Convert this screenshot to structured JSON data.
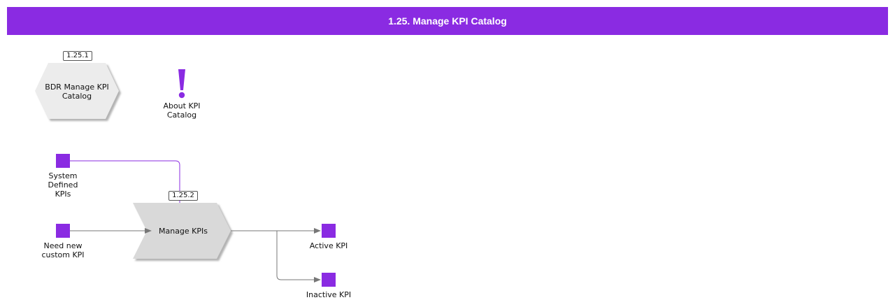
{
  "header": {
    "title": "1.25. Manage KPI Catalog"
  },
  "colors": {
    "accent": "#8a2be2",
    "event_fill": "#8a2be2",
    "shape_fill": "#ececec",
    "function_fill": "#d9d9d9",
    "connector": "#777777",
    "info_connector": "#8a2be2"
  },
  "process_interface": {
    "id": "1.25.1",
    "label": "BDR Manage KPI\nCatalog",
    "icon": "hexagon-process-interface"
  },
  "note": {
    "label": "About KPI\nCatalog",
    "icon": "exclamation-icon",
    "glyph": "!"
  },
  "function": {
    "id": "1.25.2",
    "label": "Manage KPIs",
    "icon": "chevron-function"
  },
  "events": [
    {
      "label": "System\nDefined\nKPIs"
    },
    {
      "label": "Need new\ncustom KPI"
    },
    {
      "label": "Active KPI"
    },
    {
      "label": "Inactive KPI"
    }
  ]
}
